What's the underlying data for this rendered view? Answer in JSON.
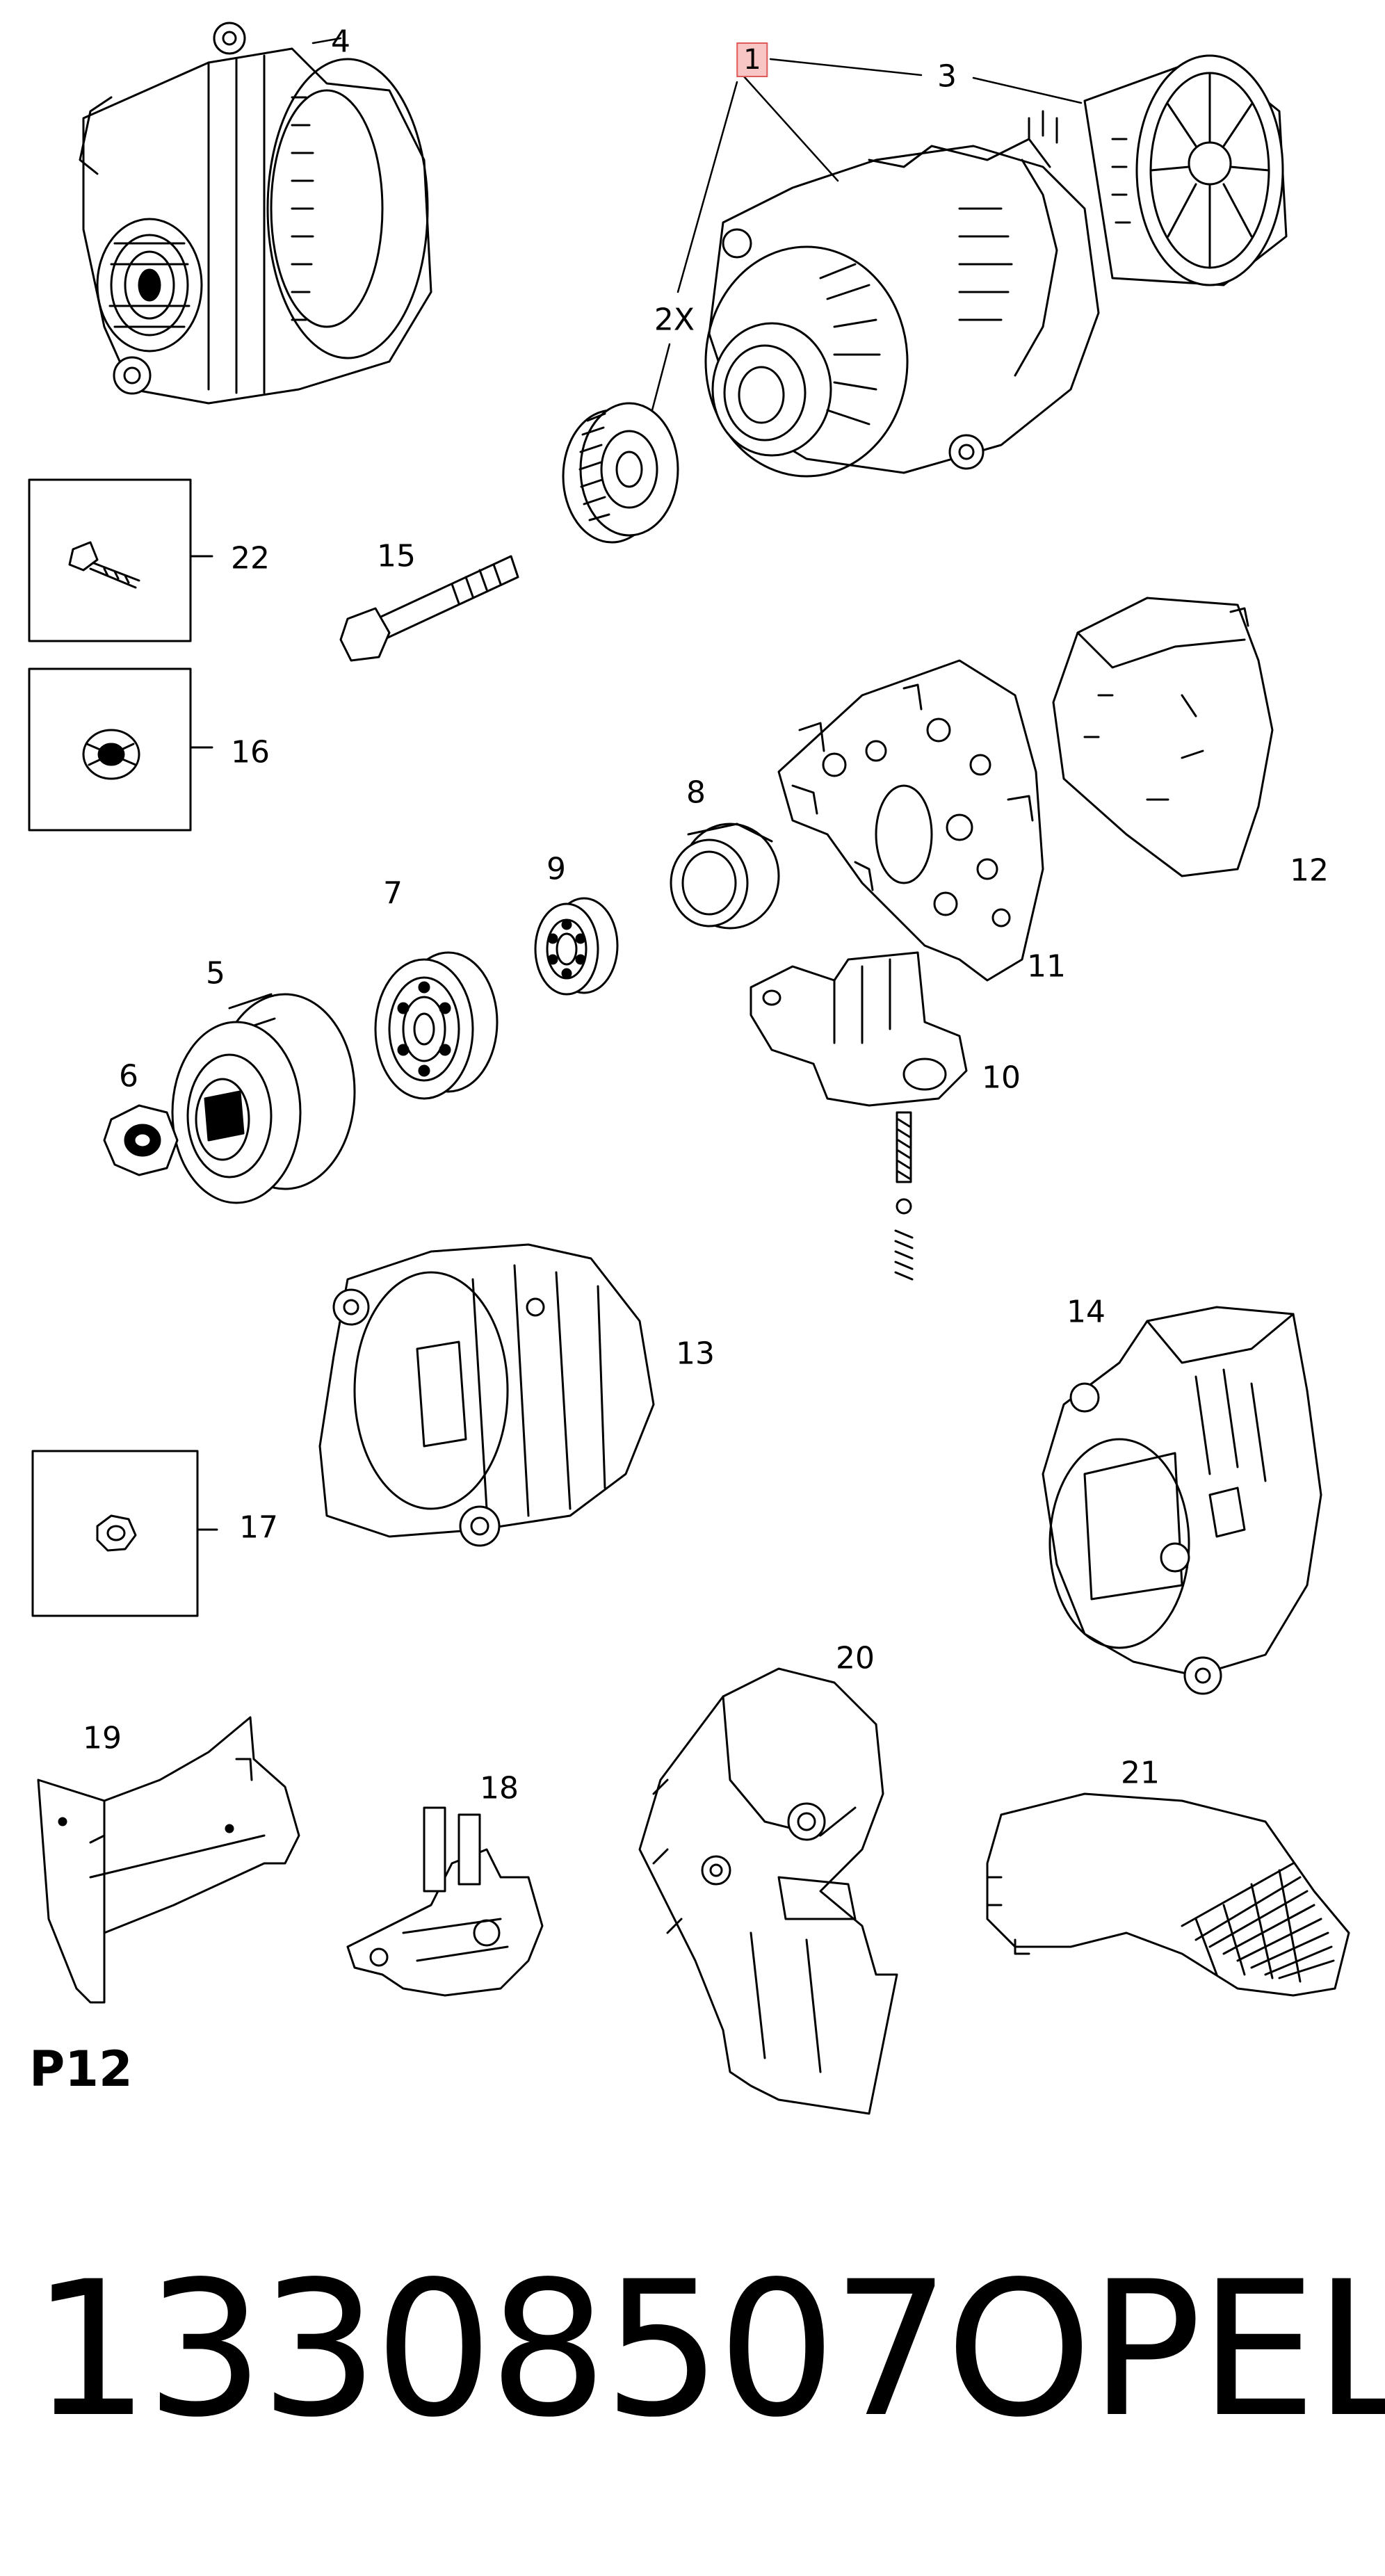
{
  "callouts": {
    "p1": "1",
    "p2x": "2X",
    "p3": "3",
    "p4": "4",
    "p5": "5",
    "p6": "6",
    "p7": "7",
    "p8": "8",
    "p9": "9",
    "p10": "10",
    "p11": "11",
    "p12": "12",
    "p13": "13",
    "p14": "14",
    "p15": "15",
    "p16": "16",
    "p17": "17",
    "p18": "18",
    "p19": "19",
    "p20": "20",
    "p21": "21",
    "p22": "22"
  },
  "page_code": "P12",
  "part_number": "13308507",
  "brand": "OPEL"
}
